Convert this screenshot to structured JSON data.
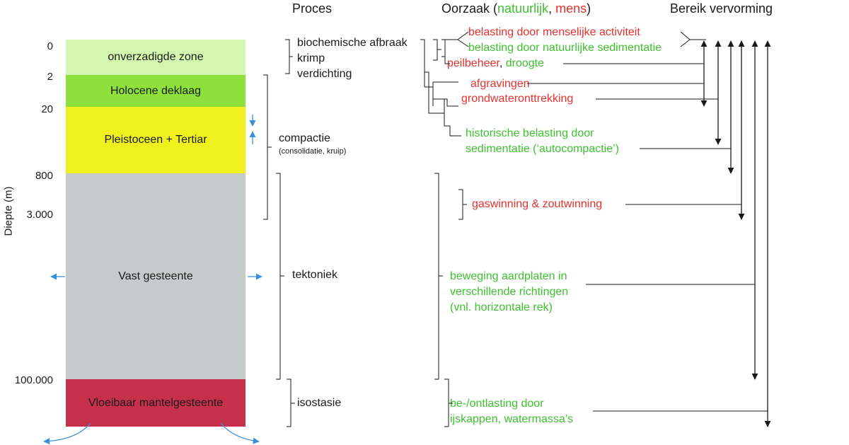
{
  "headers": {
    "proces": "Proces",
    "oorzaak_prefix": "Oorzaak (",
    "oorzaak_natural": "natuurlijk",
    "oorzaak_sep": ", ",
    "oorzaak_human": "mens",
    "oorzaak_suffix": ")",
    "bereik": "Bereik vervorming"
  },
  "y_axis_label": "Diepte (m)",
  "depths": [
    "0",
    "2",
    "20",
    "800",
    "3.000",
    "100.000"
  ],
  "layers": [
    {
      "label": "onverzadigde zone",
      "color": "#d4f7b0"
    },
    {
      "label": "Holocene deklaag",
      "color": "#8ee03a"
    },
    {
      "label": "Pleistoceen + Tertiar",
      "color": "#f0f01e"
    },
    {
      "label": "Vast gesteente",
      "color": "#c5cbcb"
    },
    {
      "label": "Vloeibaar mantelgesteente",
      "color": "#c6304a"
    }
  ],
  "processes": {
    "shallow": [
      "biochemische afbraak",
      "krimp",
      "verdichting"
    ],
    "compactie": "compactie",
    "compactie_sub": "(consolidatie, kruip)",
    "tektoniek": "tektoniek",
    "isostasie": "isostasie"
  },
  "causes": {
    "belasting_mens": "belasting door menselijke activiteit",
    "belasting_natuur": "belasting door natuurlijke sedimentatie",
    "peilbeheer": "peilbeheer",
    "peil_sep": ", ",
    "droogte": "droogte",
    "afgravingen": "afgravingen",
    "grondwater": "grondwateronttrekking",
    "historisch_1": "historische belasting door",
    "historisch_2": "sedimentatie (‘autocompactie’)",
    "gaswinning": "gaswinning & zoutwinning",
    "aardplaten_1": "beweging aardplaten in",
    "aardplaten_2": "verschillende richtingen",
    "aardplaten_3": "(vnl. horizontale rek)",
    "ijskappen_1": "be-/ontlasting door",
    "ijskappen_2": "ijskappen, watermassa’s"
  },
  "colors": {
    "natural": "#3ec12f",
    "human": "#e8312f",
    "arrow_blue": "#3a8ee0"
  }
}
